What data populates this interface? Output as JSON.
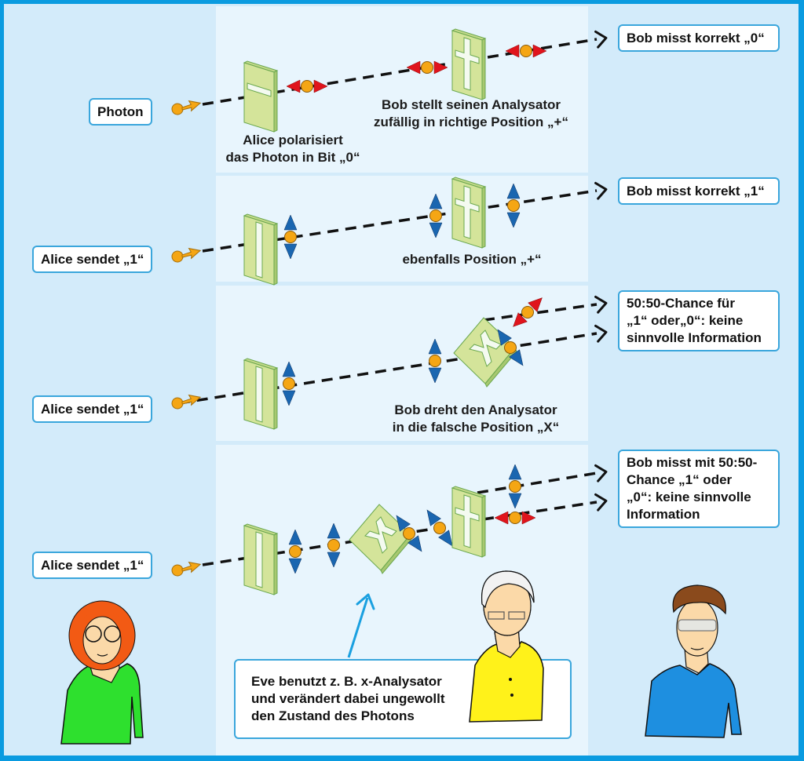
{
  "colors": {
    "border": "#0a9be0",
    "outer_background": "#d3ebfa",
    "panel_background": "#e8f5fd",
    "filter_green": "#d4e49a",
    "photon_orange": "#f5a614",
    "polarization_red": "#e0141c",
    "polarization_blue": "#1a66b0"
  },
  "rows": [
    {
      "id": "row1",
      "start_label": "Photon",
      "alice_filter": "horizontal-slit",
      "alice_caption": [
        "Alice polarisiert",
        "das Photon in Bit „0“"
      ],
      "bob_filter": "plus-analyzer",
      "bob_caption": [
        "Bob stellt seinen Analysator",
        "zufällig in richtige Position „+“"
      ],
      "result_label": [
        "Bob misst korrekt „0“"
      ]
    },
    {
      "id": "row2",
      "start_label": "Alice sendet „1“",
      "alice_filter": "vertical-slit",
      "bob_filter": "plus-analyzer",
      "bob_caption": [
        "ebenfalls Position „+“"
      ],
      "result_label": [
        "Bob misst korrekt „1“"
      ]
    },
    {
      "id": "row3",
      "start_label": "Alice sendet „1“",
      "alice_filter": "vertical-slit",
      "bob_filter": "x-analyzer",
      "bob_caption": [
        "Bob dreht den Analysator",
        "in die falsche Position „X“"
      ],
      "result_label": [
        "50:50-Chance für",
        "„1“ oder„0“: keine",
        "sinnvolle Information"
      ]
    },
    {
      "id": "row4",
      "start_label": "Alice sendet „1“",
      "alice_filter": "vertical-slit",
      "eve_filter": "x-analyzer",
      "bob_filter": "plus-analyzer",
      "result_label": [
        "Bob misst mit 50:50-",
        "Chance „1“ oder",
        "„0“: keine sinnvolle",
        "Information"
      ]
    }
  ],
  "eve_note": [
    "Eve benutzt z. B. x-Analysator",
    "und verändert dabei ungewollt",
    "den Zustand des Photons"
  ],
  "characters": [
    {
      "name": "Alice",
      "hair": "#f25a14",
      "shirt": "#2ee02e"
    },
    {
      "name": "Eve",
      "hair": "#f2f2f2",
      "shirt": "#fff21a"
    },
    {
      "name": "Bob",
      "hair": "#8a4a1c",
      "shirt": "#1e8fe0"
    }
  ]
}
